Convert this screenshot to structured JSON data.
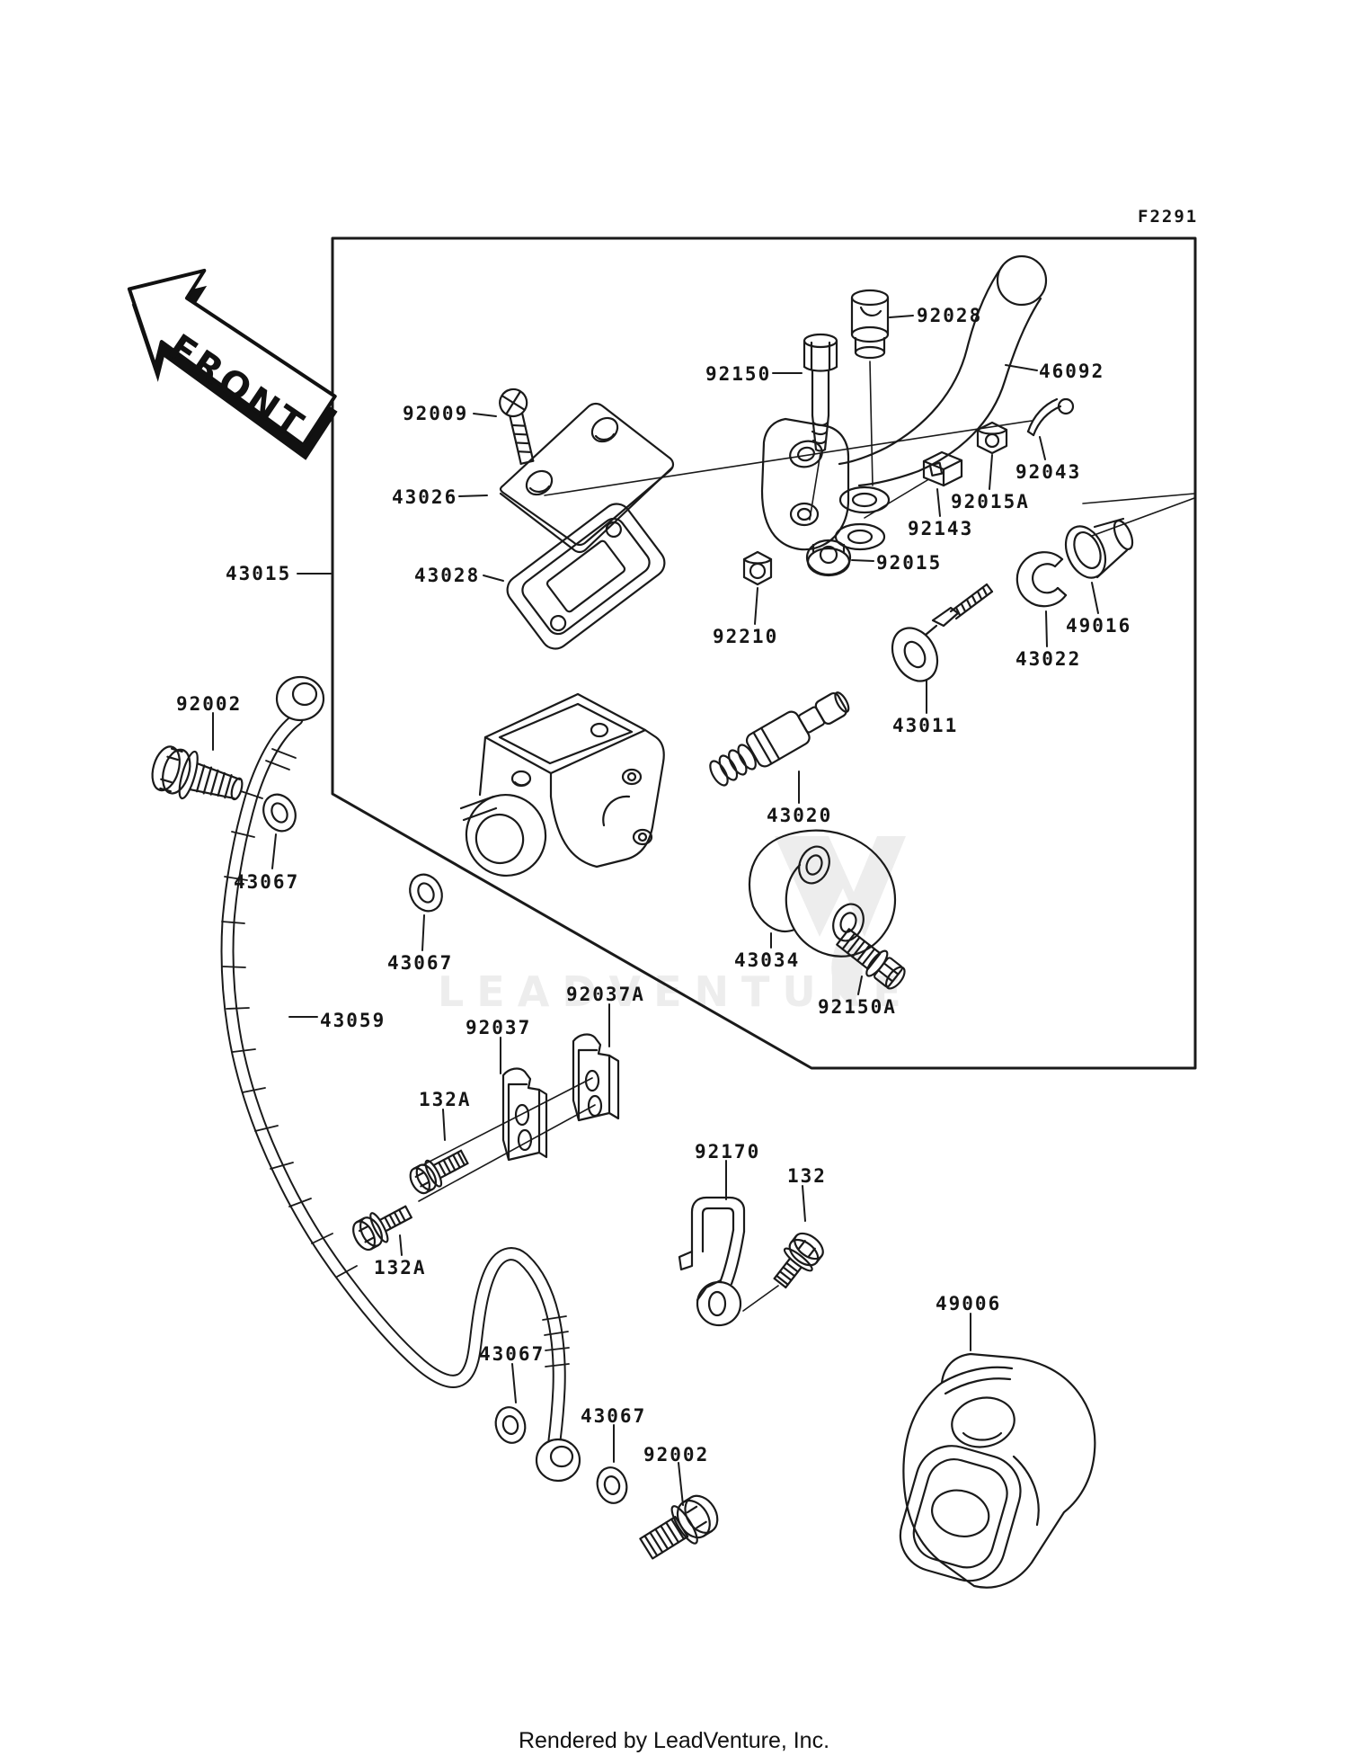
{
  "page": {
    "figure_code": "F2291",
    "front_label": "FRONT",
    "watermark_text": "LEADVENTURE",
    "footer_text": "Rendered by LeadVenture, Inc.",
    "colors": {
      "ink": "#1a1a1a",
      "watermark": "#ededed",
      "background": "#ffffff"
    }
  },
  "part_labels": [
    {
      "text": "92028"
    },
    {
      "text": "92150"
    },
    {
      "text": "46092"
    },
    {
      "text": "92043"
    },
    {
      "text": "92015A"
    },
    {
      "text": "92143"
    },
    {
      "text": "92015"
    },
    {
      "text": "92210"
    },
    {
      "text": "49016"
    },
    {
      "text": "43022"
    },
    {
      "text": "43011"
    },
    {
      "text": "43020"
    },
    {
      "text": "92009"
    },
    {
      "text": "43026"
    },
    {
      "text": "43015"
    },
    {
      "text": "43028"
    },
    {
      "text": "43034"
    },
    {
      "text": "92150A"
    },
    {
      "text": "92002"
    },
    {
      "text": "43067"
    },
    {
      "text": "43067"
    },
    {
      "text": "43059"
    },
    {
      "text": "92037A"
    },
    {
      "text": "92037"
    },
    {
      "text": "132A"
    },
    {
      "text": "132A"
    },
    {
      "text": "92170"
    },
    {
      "text": "132"
    },
    {
      "text": "49006"
    },
    {
      "text": "43067"
    },
    {
      "text": "43067"
    },
    {
      "text": "92002"
    }
  ]
}
